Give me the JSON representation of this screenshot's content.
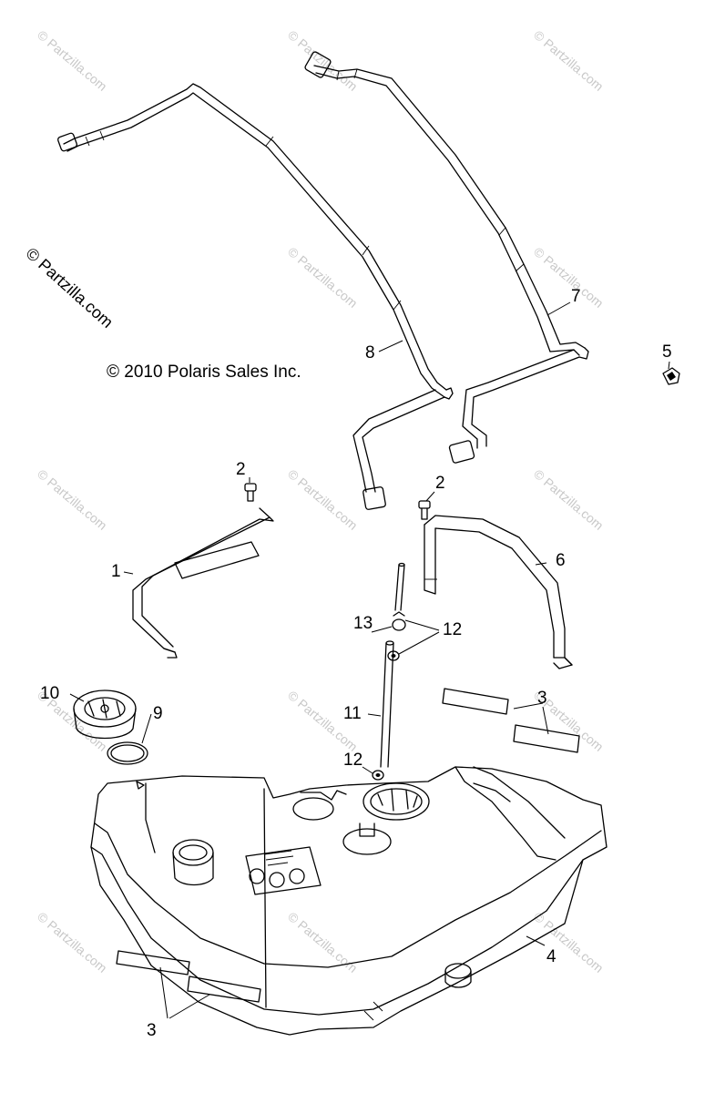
{
  "copyright": "© 2010 Polaris Sales Inc.",
  "watermark": {
    "side_text": "© Partzilla.com",
    "grid_text": "© Partzilla.com",
    "color": "#c8c8c8"
  },
  "callouts": {
    "c1": "1",
    "c2a": "2",
    "c2b": "2",
    "c3a": "3",
    "c3b": "3",
    "c4": "4",
    "c5": "5",
    "c6": "6",
    "c7": "7",
    "c8": "8",
    "c9": "9",
    "c10": "10",
    "c11": "11",
    "c12a": "12",
    "c12b": "12",
    "c13": "13"
  }
}
